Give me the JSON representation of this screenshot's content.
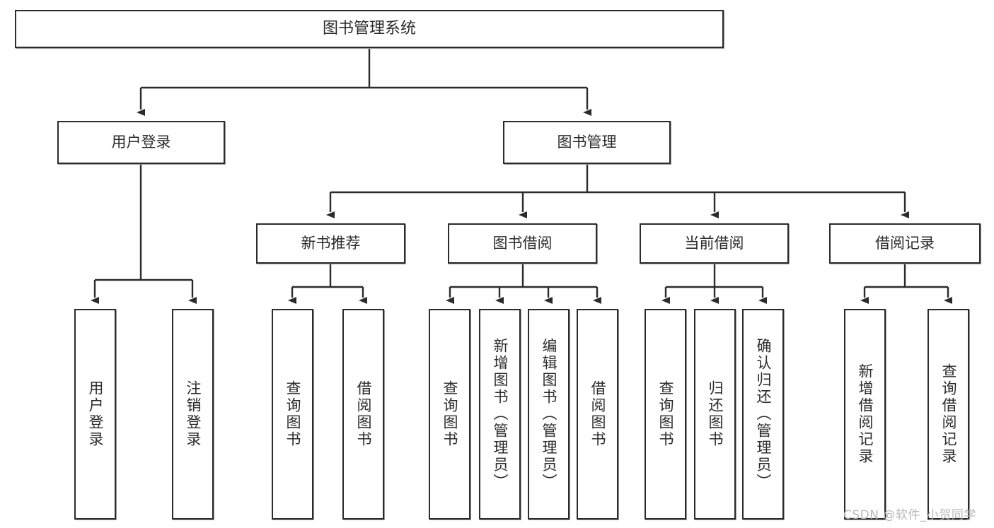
{
  "diagram": {
    "type": "tree-hierarchy-chart",
    "title": "图书管理系统",
    "watermark": "CSDN @软件_小贺同学",
    "colors": {
      "node_border": "#2b2b2b",
      "node_fill": "#ffffff",
      "edge": "#2b2b2b",
      "background": "#ffffff",
      "watermark": "#b9b9b9"
    },
    "nodes": {
      "root": {
        "label": "图书管理系统"
      },
      "level2": [
        {
          "id": "user-login",
          "label": "用户登录"
        },
        {
          "id": "book-manage",
          "label": "图书管理"
        }
      ],
      "level3": [
        {
          "id": "new-book-recommend",
          "label": "新书推荐"
        },
        {
          "id": "book-borrow",
          "label": "图书借阅"
        },
        {
          "id": "current-borrow",
          "label": "当前借阅"
        },
        {
          "id": "borrow-record",
          "label": "借阅记录"
        }
      ],
      "leaves": {
        "user-login": [
          {
            "id": "leaf-user-login",
            "label": "用户登录"
          },
          {
            "id": "leaf-logout-login",
            "label": "注销登录"
          }
        ],
        "new-book-recommend": [
          {
            "id": "leaf-query-book-1",
            "label": "查询图书"
          },
          {
            "id": "leaf-borrow-book-1",
            "label": "借阅图书"
          }
        ],
        "book-borrow": [
          {
            "id": "leaf-query-book-2",
            "label": "查询图书"
          },
          {
            "id": "leaf-add-book",
            "label": "新增图书（管理员）"
          },
          {
            "id": "leaf-edit-book",
            "label": "编辑图书（管理员）"
          },
          {
            "id": "leaf-borrow-book-2",
            "label": "借阅图书"
          }
        ],
        "current-borrow": [
          {
            "id": "leaf-query-book-3",
            "label": "查询图书"
          },
          {
            "id": "leaf-return-book",
            "label": "归还图书"
          },
          {
            "id": "leaf-confirm-return",
            "label": "确认归还（管理员）"
          }
        ],
        "borrow-record": [
          {
            "id": "leaf-add-record",
            "label": "新增借阅记录"
          },
          {
            "id": "leaf-query-record",
            "label": "查询借阅记录"
          }
        ]
      }
    }
  }
}
